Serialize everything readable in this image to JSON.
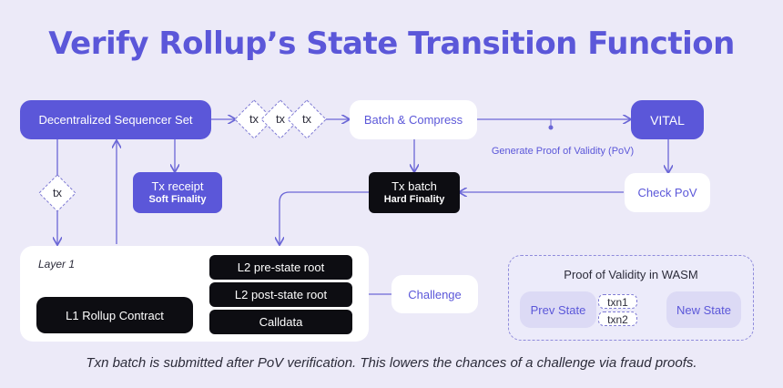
{
  "title": "Verify Rollup’s State Transition Function",
  "nodes": {
    "sequencer": "Decentralized Sequencer Set",
    "tx1": "tx",
    "tx2": "tx",
    "tx3": "tx",
    "batch_compress": "Batch & Compress",
    "vital": "VITAL",
    "pov_label": "Generate Proof of Validity (PoV)",
    "tx_receipt": "Tx receipt",
    "soft_finality": "Soft Finality",
    "tx_batch": "Tx batch",
    "hard_finality": "Hard Finality",
    "check_pov": "Check PoV",
    "tx_side": "tx",
    "challenge": "Challenge"
  },
  "layer1": {
    "label": "Layer 1",
    "contract": "L1 Rollup Contract",
    "pre_state": "L2 pre-state root",
    "post_state": "L2 post-state root",
    "calldata": "Calldata"
  },
  "pov_wasm": {
    "title": "Proof of Validity in WASM",
    "prev_state": "Prev State",
    "txn1": "txn1",
    "txn2": "txn2",
    "new_state": "New State"
  },
  "caption": "Txn batch is submitted after PoV verification. This lowers the chances of a challenge via fraud proofs.",
  "colors": {
    "accent": "#5b57d9",
    "background": "#eceaf8",
    "dark": "#0d0d12"
  }
}
